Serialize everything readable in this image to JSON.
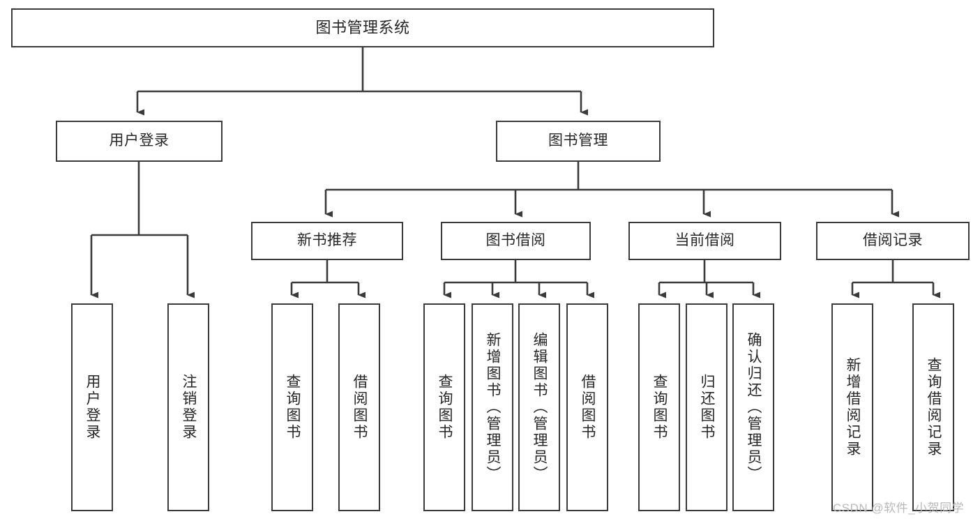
{
  "diagram": {
    "type": "hierarchy-tree",
    "title": "图书管理系统",
    "orientation": "top-down",
    "root": {
      "label": "图书管理系统"
    },
    "level1": [
      {
        "label": "用户登录"
      },
      {
        "label": "图书管理"
      }
    ],
    "level2": [
      {
        "label": "新书推荐",
        "parent": "图书管理"
      },
      {
        "label": "图书借阅",
        "parent": "图书管理"
      },
      {
        "label": "当前借阅",
        "parent": "图书管理"
      },
      {
        "label": "借阅记录",
        "parent": "图书管理"
      }
    ],
    "leaves": {
      "用户登录": [
        {
          "label": "用户登录"
        },
        {
          "label": "注销登录"
        }
      ],
      "新书推荐": [
        {
          "label": "查询图书"
        },
        {
          "label": "借阅图书"
        }
      ],
      "图书借阅": [
        {
          "label": "查询图书"
        },
        {
          "label": "新增图书（管理员）"
        },
        {
          "label": "编辑图书（管理员）"
        },
        {
          "label": "借阅图书"
        }
      ],
      "当前借阅": [
        {
          "label": "查询图书"
        },
        {
          "label": "归还图书"
        },
        {
          "label": "确认归还（管理员）"
        }
      ],
      "借阅记录": [
        {
          "label": "新增借阅记录"
        },
        {
          "label": "查询借阅记录"
        }
      ]
    }
  },
  "watermark": {
    "text": "CSDN @软件_小贺同学"
  },
  "colors": {
    "stroke": "#3a3a3a",
    "text": "#262626",
    "background": "#ffffff",
    "watermark": "#b9b9b9"
  }
}
